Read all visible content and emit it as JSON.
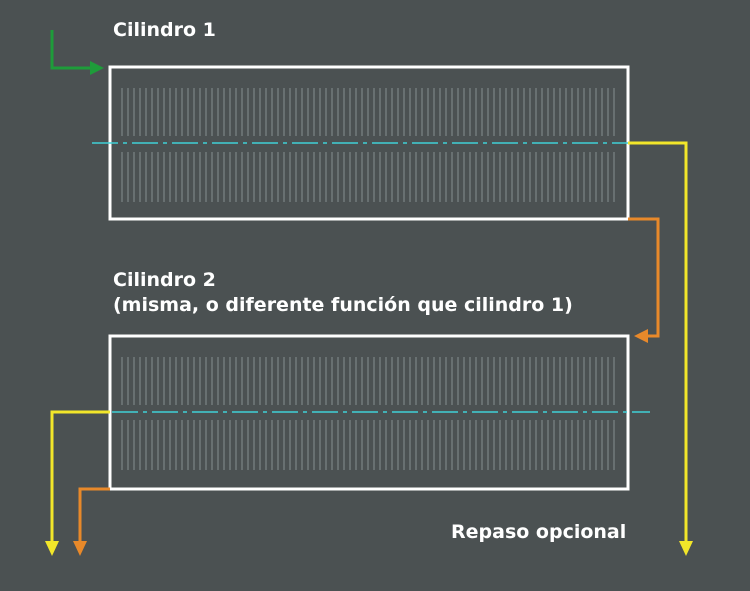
{
  "labels": {
    "cylinder1": "Cilindro 1",
    "cylinder2": "Cilindro 2",
    "cylinder2_note": "(misma, o diferente función que cilindro 1)",
    "optional_pass": "Repaso opcional"
  },
  "colors": {
    "background": "#4b5152",
    "cylinder_outline": "#ffffff",
    "axis_line": "#3fd0d6",
    "hatch": "#6d7677",
    "entry_arrow": "#1e9c3a",
    "yellow_arrow": "#f2e62a",
    "orange_arrow": "#e8892a"
  }
}
